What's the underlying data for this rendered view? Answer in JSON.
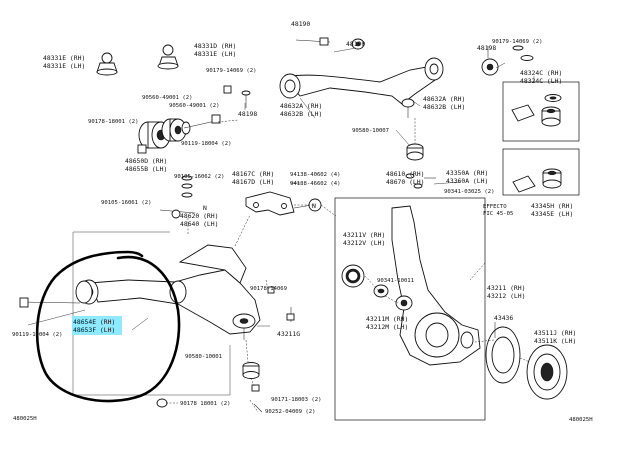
{
  "labels": [
    {
      "text": "48190"
    },
    {
      "text": "48190"
    },
    {
      "text": "90179-14069 (2)"
    },
    {
      "text": "48198"
    },
    {
      "text": "48324C (RH)"
    },
    {
      "text": "48324C (LH)"
    },
    {
      "text": "48331D (RH)"
    },
    {
      "text": "48331E (LH)"
    },
    {
      "text": "48331E (RH)"
    },
    {
      "text": "48331E (LH)"
    },
    {
      "text": "90179-14069 (2)"
    },
    {
      "text": "90560-49001 (2)"
    },
    {
      "text": "90560-49001 (2)"
    },
    {
      "text": "48632A (RH)"
    },
    {
      "text": "48632B (LH)"
    },
    {
      "text": "48632A (RH)"
    },
    {
      "text": "48632B (LH)"
    },
    {
      "text": "90178-18001 (2)"
    },
    {
      "text": "90119-18004 (2)"
    },
    {
      "text": "48198"
    },
    {
      "text": "90580-10007"
    },
    {
      "text": "48650D (RH)"
    },
    {
      "text": "48655B (LH)"
    },
    {
      "text": "90105-16062 (2)"
    },
    {
      "text": "48167C (RH)"
    },
    {
      "text": "48167D (LH)"
    },
    {
      "text": "94138-40602 (4)"
    },
    {
      "text": "94138-46602 (4)"
    },
    {
      "text": "48610 (RH)"
    },
    {
      "text": "48670 (LH)"
    },
    {
      "text": "43350A (RH)"
    },
    {
      "text": "43360A (LH)"
    },
    {
      "text": "90105-16061 (2)"
    },
    {
      "text": "48620 (RH)"
    },
    {
      "text": "48640 (LH)"
    },
    {
      "text": "90341-03025 (2)"
    },
    {
      "text": "EFFECTO"
    },
    {
      "text": "FIC 45-05"
    },
    {
      "text": "43345H (RH)"
    },
    {
      "text": "43345E (LH)"
    },
    {
      "text": "43211V (RH)"
    },
    {
      "text": "43212V (LH)"
    },
    {
      "text": "90341-10011"
    },
    {
      "text": "43211 (RH)"
    },
    {
      "text": "43212 (LH)"
    },
    {
      "text": "48654E (RH)"
    },
    {
      "text": "48653F (LH)"
    },
    {
      "text": "90119-10004 (2)"
    },
    {
      "text": "90178-14069"
    },
    {
      "text": "43211G"
    },
    {
      "text": "43211M (RH)"
    },
    {
      "text": "43212M (LH)"
    },
    {
      "text": "43436"
    },
    {
      "text": "43511J (RH)"
    },
    {
      "text": "43511K (LH)"
    },
    {
      "text": "90580-10001"
    },
    {
      "text": "90171-18003 (2)"
    },
    {
      "text": "90178 18001 (2)"
    },
    {
      "text": "90252-04009 (2)"
    },
    {
      "text": "480025H"
    },
    {
      "text": "480025H"
    },
    {
      "text": "N"
    },
    {
      "text": "N"
    }
  ],
  "highlight_color": "#8fe9ff"
}
